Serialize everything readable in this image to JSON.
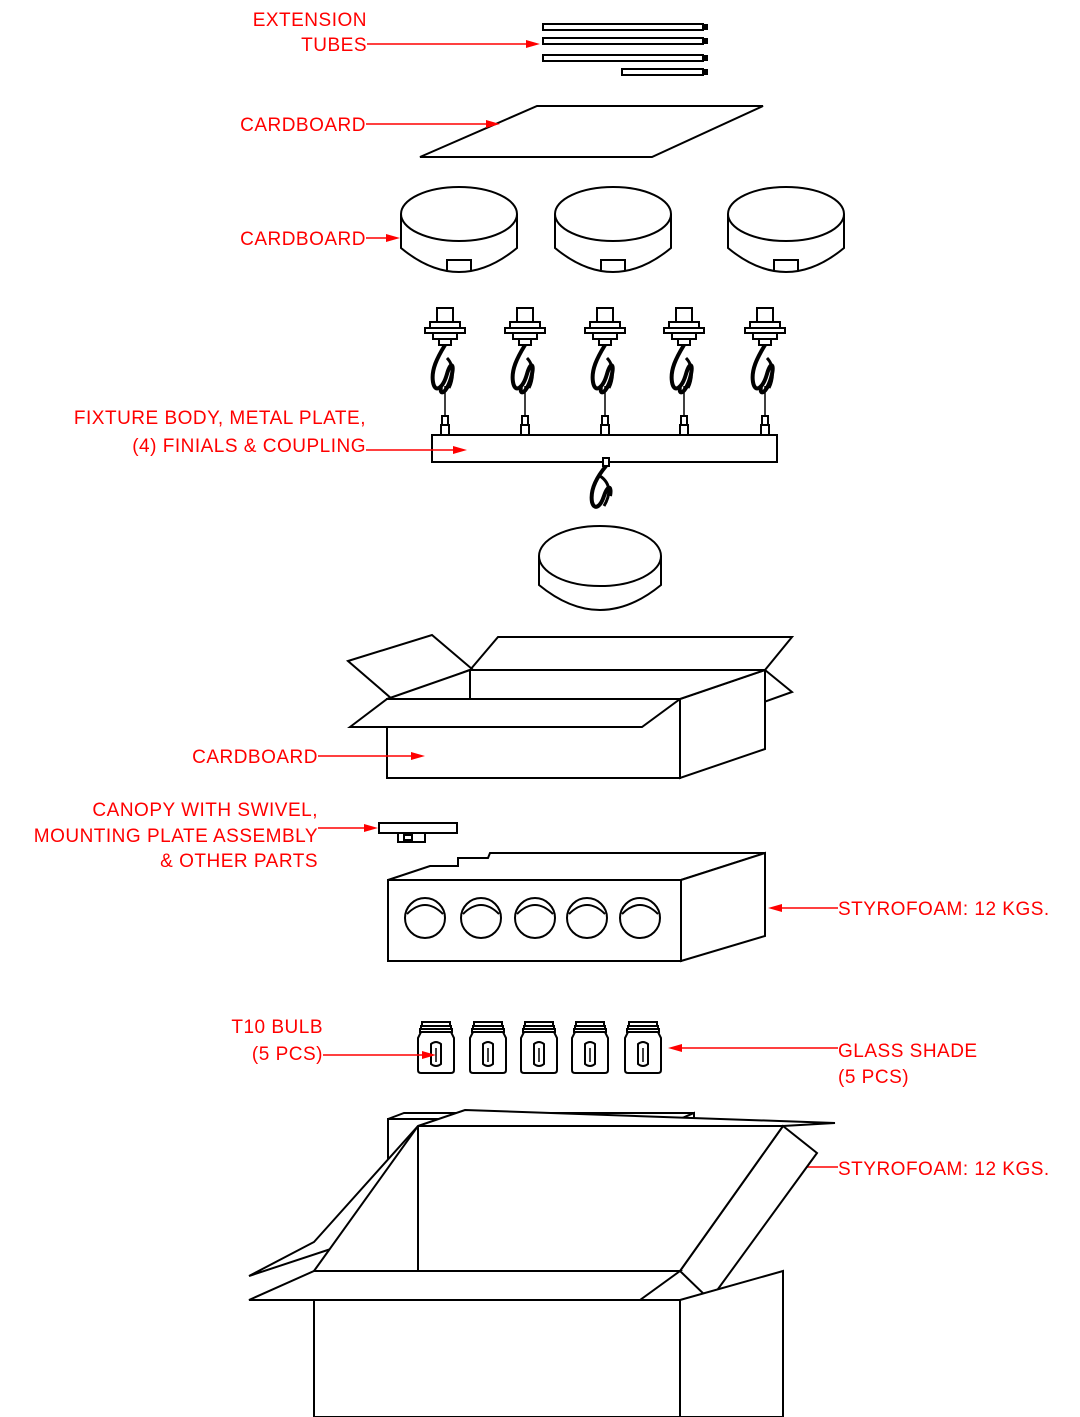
{
  "colors": {
    "label": "#ff0000",
    "line": "#000000",
    "background": "#ffffff"
  },
  "labels": {
    "extension_tubes": [
      "EXTENSION",
      "TUBES"
    ],
    "cardboard_sheet": "CARDBOARD",
    "cardboard_caps": "CARDBOARD",
    "fixture_body": [
      "FIXTURE BODY, METAL PLATE,",
      "(4) FINIALS & COUPLING"
    ],
    "cardboard_box": "CARDBOARD",
    "canopy": [
      "CANOPY WITH SWIVEL,",
      "MOUNTING PLATE ASSEMBLY",
      "& OTHER PARTS"
    ],
    "styrofoam_upper": "STYROFOAM: 12 KGS.",
    "bulb": [
      "T10 BULB",
      "(5 PCS)"
    ],
    "glass_shade": [
      "GLASS SHADE",
      "(5 PCS)"
    ],
    "styrofoam_lower": "STYROFOAM: 12 KGS."
  }
}
